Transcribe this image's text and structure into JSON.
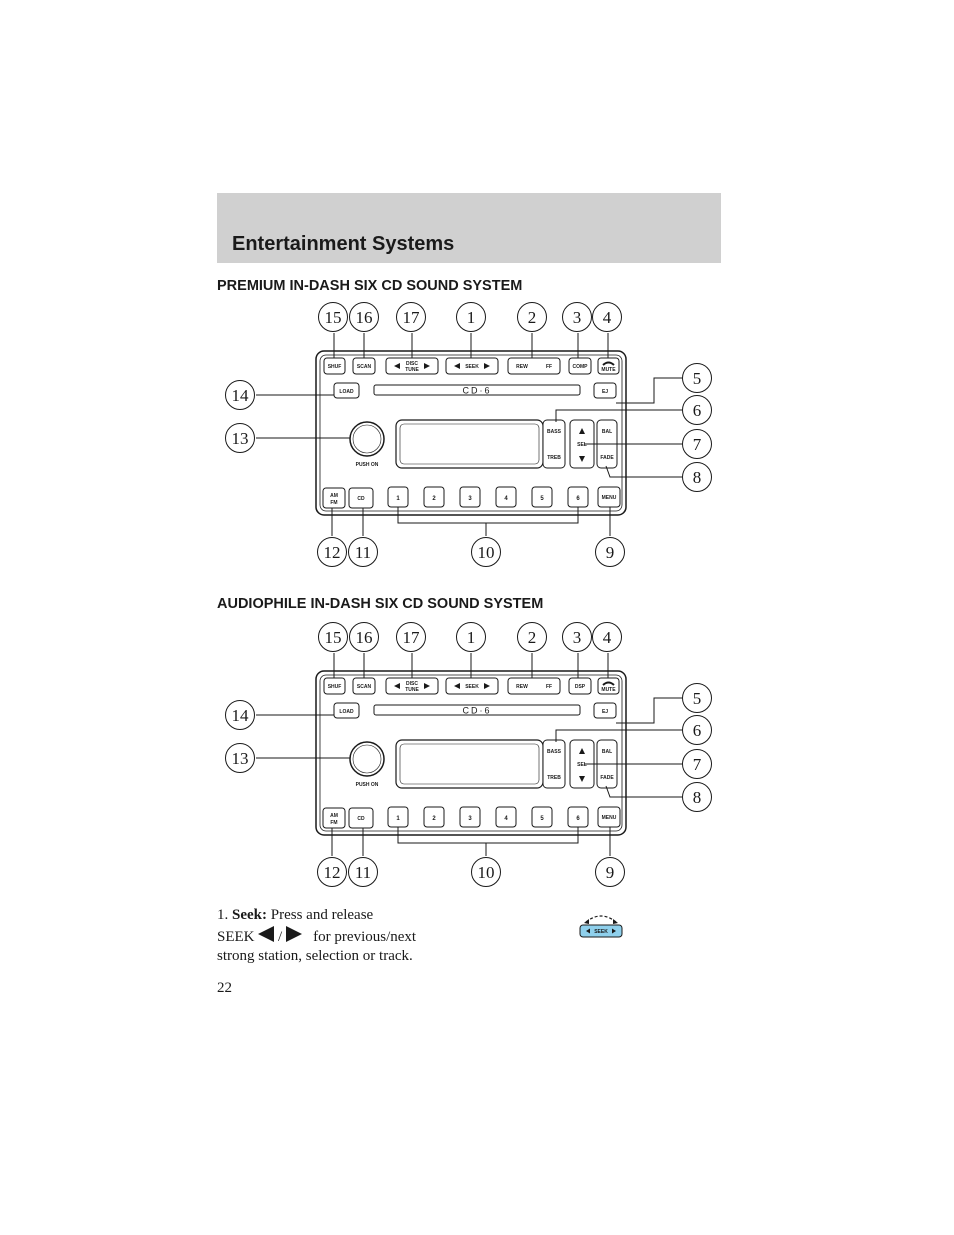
{
  "header": {
    "title": "Entertainment Systems"
  },
  "sections": [
    {
      "heading": "PREMIUM IN-DASH SIX CD SOUND SYSTEM",
      "radio": {
        "top_buttons": {
          "shuf": "SHUF",
          "scan": "SCAN",
          "disc": "DISC",
          "tune": "TUNE",
          "seek": "SEEK",
          "rew": "REW",
          "ff": "FF",
          "comp": "COMP",
          "mute": "MUTE"
        },
        "load": "LOAD",
        "ej": "EJ",
        "logo": "CD·6",
        "bass": "BASS",
        "treb": "TREB",
        "sel": "SEL",
        "bal": "BAL",
        "fade": "FADE",
        "push_on": "PUSH ON",
        "am": "AM",
        "fm": "FM",
        "cd": "CD",
        "presets": [
          "1",
          "2",
          "3",
          "4",
          "5",
          "6"
        ],
        "menu": "MENU"
      },
      "callouts": [
        "15",
        "16",
        "17",
        "1",
        "2",
        "3",
        "4",
        "14",
        "5",
        "6",
        "13",
        "7",
        "8",
        "12",
        "11",
        "10",
        "9"
      ]
    },
    {
      "heading": "AUDIOPHILE IN-DASH SIX CD SOUND SYSTEM",
      "radio": {
        "top_buttons": {
          "shuf": "SHUF",
          "scan": "SCAN",
          "disc": "DISC",
          "tune": "TUNE",
          "seek": "SEEK",
          "rew": "REW",
          "ff": "FF",
          "comp": "DSP",
          "mute": "MUTE"
        },
        "load": "LOAD",
        "ej": "EJ",
        "logo": "CD·6",
        "bass": "BASS",
        "treb": "TREB",
        "sel": "SEL",
        "bal": "BAL",
        "fade": "FADE",
        "push_on": "PUSH ON",
        "am": "AM",
        "fm": "FM",
        "cd": "CD",
        "presets": [
          "1",
          "2",
          "3",
          "4",
          "5",
          "6"
        ],
        "menu": "MENU"
      },
      "callouts": [
        "15",
        "16",
        "17",
        "1",
        "2",
        "3",
        "4",
        "14",
        "5",
        "6",
        "13",
        "7",
        "8",
        "12",
        "11",
        "10",
        "9"
      ]
    }
  ],
  "description": {
    "number": "1.",
    "term": "Seek:",
    "line1": "Press and release",
    "seek_word": "SEEK",
    "slash": "/",
    "line2_rest": "for previous/next",
    "line3": "strong station, selection or track."
  },
  "seek_icon_label": "SEEK",
  "page_number": "22"
}
